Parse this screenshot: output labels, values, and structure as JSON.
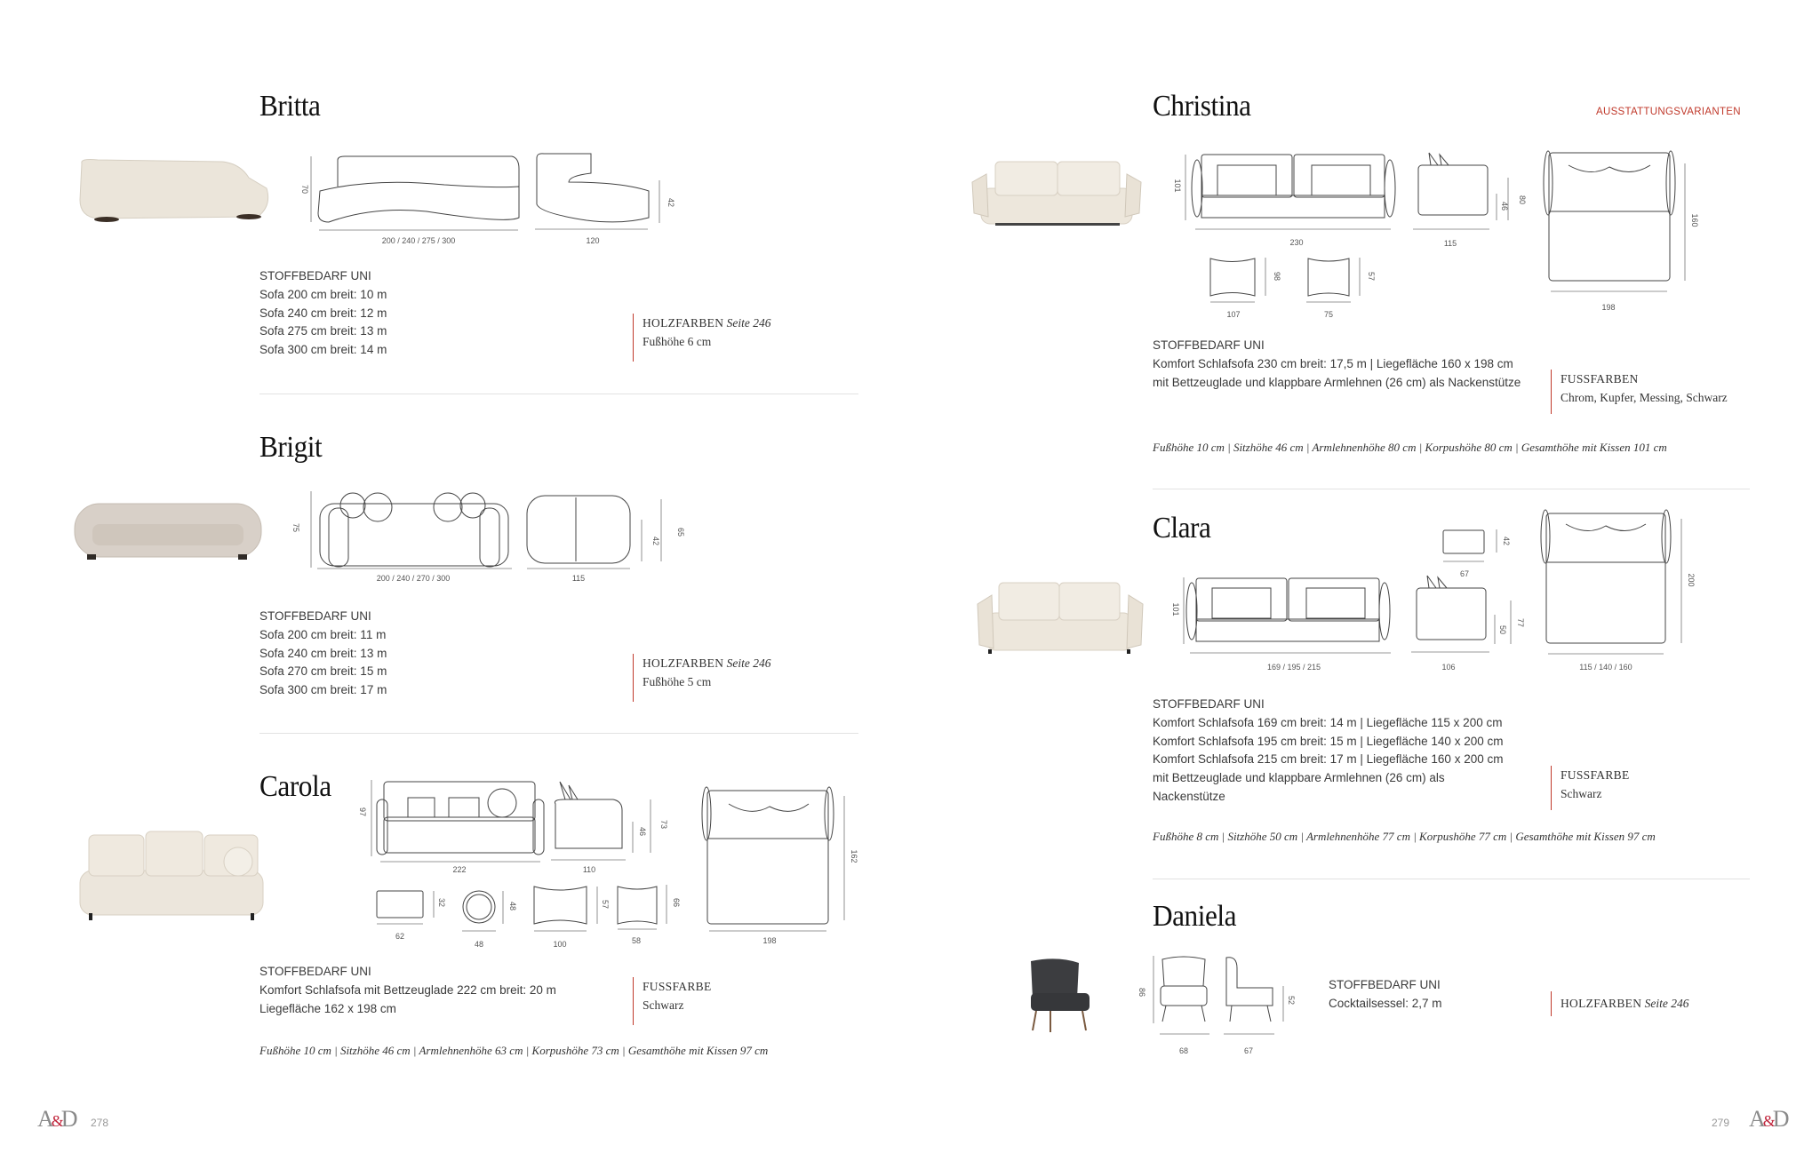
{
  "left_page": {
    "page_number": "278",
    "logo": "A&D"
  },
  "right_page": {
    "page_number": "279",
    "logo": "A&D",
    "header_link": "AUSSTATTUNGSVARIANTEN"
  },
  "colors": {
    "accent": "#c0392b",
    "fabric": "#e8e1d6",
    "dark_fabric": "#3c3d40"
  },
  "britta": {
    "title": "Britta",
    "stoff_heading": "STOFFBEDARF UNI",
    "stoff_lines": [
      "Sofa 200 cm breit: 10 m",
      "Sofa 240 cm breit: 12 m",
      "Sofa 275 cm breit: 13 m",
      "Sofa 300 cm breit: 14 m"
    ],
    "side_heading": "HOLZFARBEN",
    "side_ref": "Seite 246",
    "side_text": "Fußhöhe 6 cm",
    "dims": {
      "width": "200 / 240 / 275 / 300",
      "depth": "120",
      "height": "70",
      "seat": "42"
    }
  },
  "brigit": {
    "title": "Brigit",
    "stoff_heading": "STOFFBEDARF UNI",
    "stoff_lines": [
      "Sofa 200 cm breit: 11 m",
      "Sofa 240 cm breit: 13 m",
      "Sofa 270 cm breit: 15 m",
      "Sofa 300 cm breit: 17 m"
    ],
    "side_heading": "HOLZFARBEN",
    "side_ref": "Seite 246",
    "side_text": "Fußhöhe 5 cm",
    "dims": {
      "width": "200 / 240 / 270 / 300",
      "depth": "115",
      "height": "75",
      "seat": "42",
      "arm": "65"
    }
  },
  "carola": {
    "title": "Carola",
    "stoff_heading": "STOFFBEDARF UNI",
    "stoff_lines": [
      "Komfort Schlafsofa mit Bettzeuglade 222 cm breit: 20 m",
      "Liegefläche 162 x 198 cm"
    ],
    "side_heading": "FUSSFARBE",
    "side_text": "Schwarz",
    "measurements": "Fußhöhe 10 cm | Sitzhöhe 46 cm | Armlehnenhöhe 63 cm | Korpushöhe 73 cm | Gesamthöhe mit Kissen 97 cm",
    "dims": {
      "width": "222",
      "height": "97",
      "depth": "110",
      "seat": "46",
      "body": "73",
      "pillow1_w": "62",
      "pillow1_h": "32",
      "pillow2_w": "48",
      "pillow2_h": "48",
      "pillow3_w": "100",
      "pillow3_h": "57",
      "pillow4_w": "58",
      "pillow4_h": "66",
      "bed_l": "198",
      "bed_w": "162"
    }
  },
  "christina": {
    "title": "Christina",
    "stoff_heading": "STOFFBEDARF UNI",
    "stoff_lines": [
      "Komfort Schlafsofa 230 cm breit: 17,5 m | Liegefläche 160 x 198 cm",
      "mit Bettzeuglade und klappbare Armlehnen (26 cm) als Nackenstütze"
    ],
    "side_heading": "FUSSFARBEN",
    "side_text": "Chrom, Kupfer, Messing, Schwarz",
    "measurements": "Fußhöhe 10 cm | Sitzhöhe 46 cm | Armlehnenhöhe 80 cm | Korpushöhe 80 cm | Gesamthöhe mit Kissen 101 cm",
    "dims": {
      "width": "230",
      "height": "101",
      "depth": "115",
      "seat": "46",
      "body": "80",
      "pillow1_w": "107",
      "pillow1_h": "98",
      "pillow2_w": "75",
      "pillow2_h": "57",
      "bed_l": "198",
      "bed_w": "160"
    }
  },
  "clara": {
    "title": "Clara",
    "stoff_heading": "STOFFBEDARF UNI",
    "stoff_lines": [
      "Komfort Schlafsofa 169 cm breit: 14 m | Liegefläche 115 x 200 cm",
      "Komfort Schlafsofa 195 cm breit: 15 m | Liegefläche 140 x 200 cm",
      "Komfort Schlafsofa 215 cm breit: 17 m | Liegefläche 160 x 200 cm",
      "mit Bettzeuglade und klappbare Armlehnen (26 cm) als",
      "Nackenstütze"
    ],
    "side_heading": "FUSSFARBE",
    "side_text": "Schwarz",
    "measurements": "Fußhöhe 8 cm | Sitzhöhe 50 cm | Armlehnenhöhe 77 cm | Korpushöhe 77 cm | Gesamthöhe mit Kissen 97 cm",
    "dims": {
      "width": "169 / 195 / 215",
      "height": "101",
      "depth": "106",
      "seat": "50",
      "body": "77",
      "pillow_w": "67",
      "pillow_h": "42",
      "bed_w": "115 / 140 / 160",
      "bed_l": "200"
    }
  },
  "daniela": {
    "title": "Daniela",
    "stoff_heading": "STOFFBEDARF UNI",
    "stoff_lines": [
      "Cocktailsessel: 2,7 m"
    ],
    "side_heading": "HOLZFARBEN",
    "side_ref": "Seite 246",
    "dims": {
      "width": "68",
      "depth": "67",
      "height": "86",
      "seat": "52"
    }
  }
}
